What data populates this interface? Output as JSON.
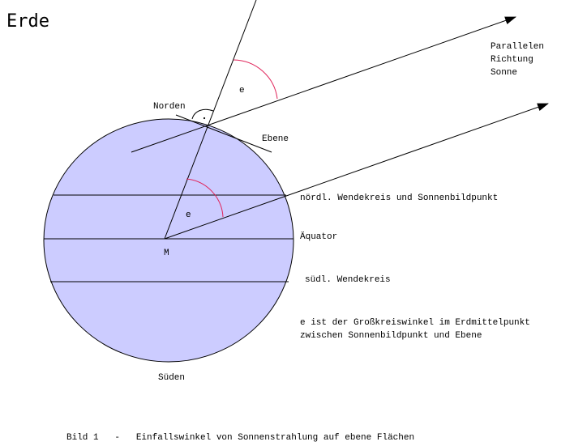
{
  "title": "Erde",
  "labels": {
    "north": "Norden",
    "plane": "Ebene",
    "angle_outer": "e",
    "angle_inner": "e",
    "center": "M",
    "south": "Süden",
    "sun_line1": "Parallelen",
    "sun_line2": "Richtung",
    "sun_line3": "Sonne",
    "tropic_north": "nördl. Wendekreis und Sonnenbildpunkt",
    "equator": "Äquator",
    "tropic_south": "südl. Wendekreis",
    "note_line1": "e ist der Großkreiswinkel im Erdmittelpunkt",
    "note_line2": "zwischen Sonnenbildpunkt und Ebene"
  },
  "caption": "Bild 1   -   Einfallswinkel von Sonnenstrahlung auf ebene Flächen",
  "colors": {
    "earth_fill": "#ccccff",
    "angle_arc": "#e0245a",
    "line": "#000000"
  }
}
